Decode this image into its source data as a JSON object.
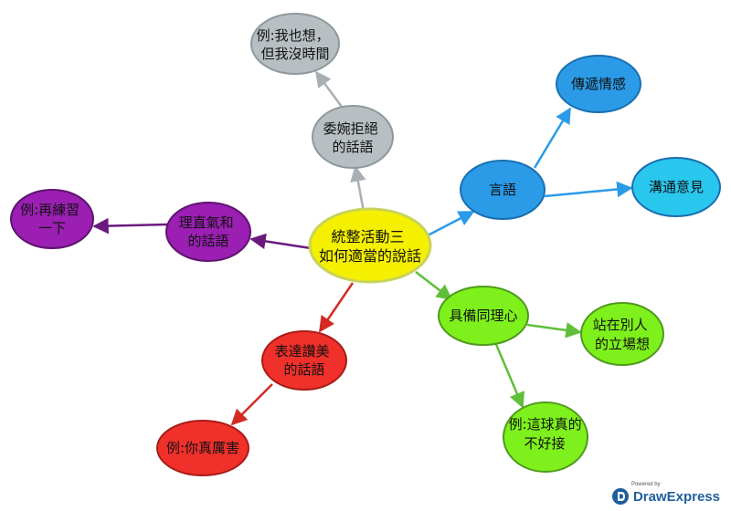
{
  "diagram": {
    "center": {
      "lines": [
        "統整活動三",
        "如何適當的說話"
      ]
    },
    "nodes": {
      "decline": {
        "lines": [
          "委婉拒絕",
          "的話語"
        ]
      },
      "decline_ex": {
        "lines": [
          "例:我也想，",
          "但我沒時間"
        ]
      },
      "speech": {
        "lines": [
          "言語"
        ]
      },
      "convey": {
        "lines": [
          "傳遞情感"
        ]
      },
      "communicate": {
        "lines": [
          "溝通意見"
        ]
      },
      "empathy": {
        "lines": [
          "具備同理心"
        ]
      },
      "perspective": {
        "lines": [
          "站在別人",
          "的立場想"
        ]
      },
      "empathy_ex": {
        "lines": [
          "例:這球真的",
          "不好接"
        ]
      },
      "praise": {
        "lines": [
          "表達讚美",
          "的話語"
        ]
      },
      "praise_ex": {
        "lines": [
          "例:你真厲害"
        ]
      },
      "assertive": {
        "lines": [
          "理直氣和",
          "的話語"
        ]
      },
      "assertive_ex": {
        "lines": [
          "例:再練習",
          "一下"
        ]
      }
    },
    "colors": {
      "yellow": "#f4f000",
      "gray": "#b8bfc3",
      "blue": "#2b9be8",
      "green": "#7ef01c",
      "red": "#f0302a",
      "purple": "#9a1fb2"
    }
  },
  "watermark": {
    "small": "Powered by",
    "brand": "DrawExpress"
  }
}
